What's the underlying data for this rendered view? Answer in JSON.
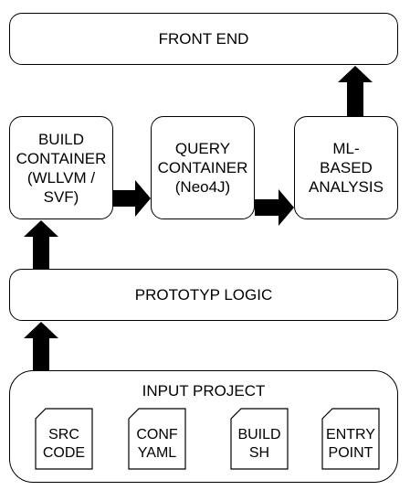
{
  "front_end": "FRONT END",
  "build_container": "BUILD\nCONTAINER\n(WLLVM /\nSVF)",
  "query_container": "QUERY\nCONTAINER\n(Neo4J)",
  "ml_analysis": "ML-\nBASED\nANALYSIS",
  "prototyp_logic": "PROTOTYP LOGIC",
  "input_project": {
    "title": "INPUT PROJECT",
    "files": [
      "SRC\nCODE",
      "CONF\nYAML",
      "BUILD\nSH",
      "ENTRY\nPOINT"
    ]
  }
}
